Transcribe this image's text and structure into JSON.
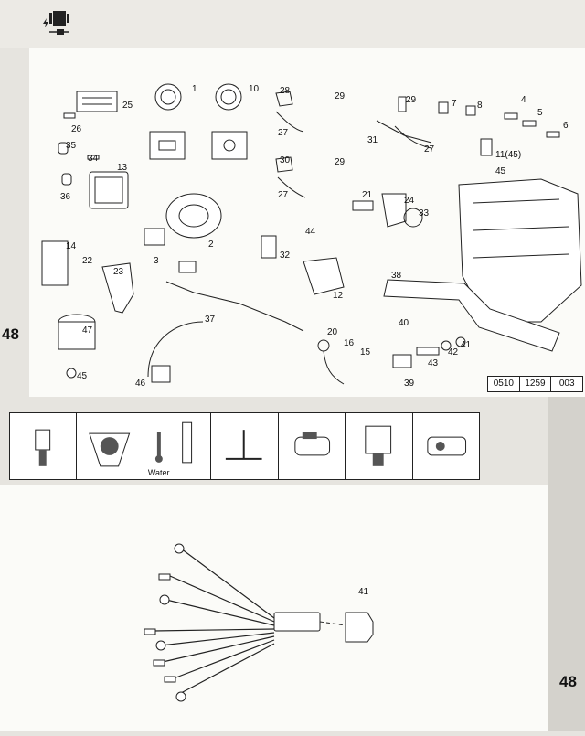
{
  "page_number": "48",
  "part_number": [
    "0510",
    "1259",
    "003"
  ],
  "callouts": [
    "1",
    "2",
    "3",
    "4",
    "5",
    "6",
    "7",
    "8",
    "10",
    "11(45)",
    "12",
    "13",
    "14",
    "15",
    "16",
    "20",
    "21",
    "22",
    "23",
    "24",
    "25",
    "26",
    "27",
    "27",
    "27",
    "28",
    "29",
    "29",
    "29",
    "30",
    "31",
    "32",
    "33",
    "34",
    "35",
    "36",
    "37",
    "38",
    "39",
    "40",
    "41",
    "42",
    "43",
    "44",
    "45",
    "45",
    "46",
    "47"
  ],
  "icon_row": {
    "water_label": "Water",
    "icons": [
      "temperature-sender-icon",
      "oil-pressure-switch-icon",
      "coolant-temp-gauge-icon",
      "ground-connection-icon",
      "starter-motor-icon",
      "fuel-pump-icon",
      "alternator-icon"
    ]
  },
  "harness_callout": "41"
}
